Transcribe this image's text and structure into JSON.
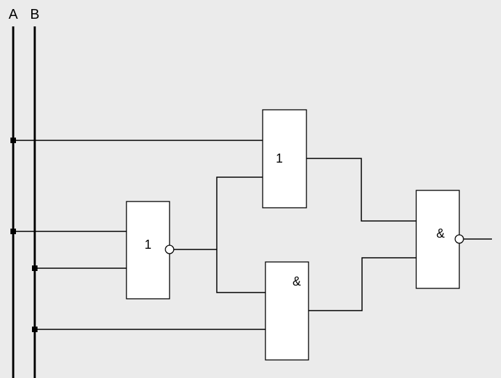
{
  "inputs": [
    {
      "label": "A"
    },
    {
      "label": "B"
    }
  ],
  "gates": {
    "or_top": {
      "symbol": "1"
    },
    "nor_left": {
      "symbol": "1"
    },
    "and_bottom": {
      "symbol": "&"
    },
    "nand_output": {
      "symbol": "&"
    }
  },
  "colors": {
    "background": "#ebebeb",
    "gate_fill": "#ffffff",
    "line": "#000000"
  }
}
